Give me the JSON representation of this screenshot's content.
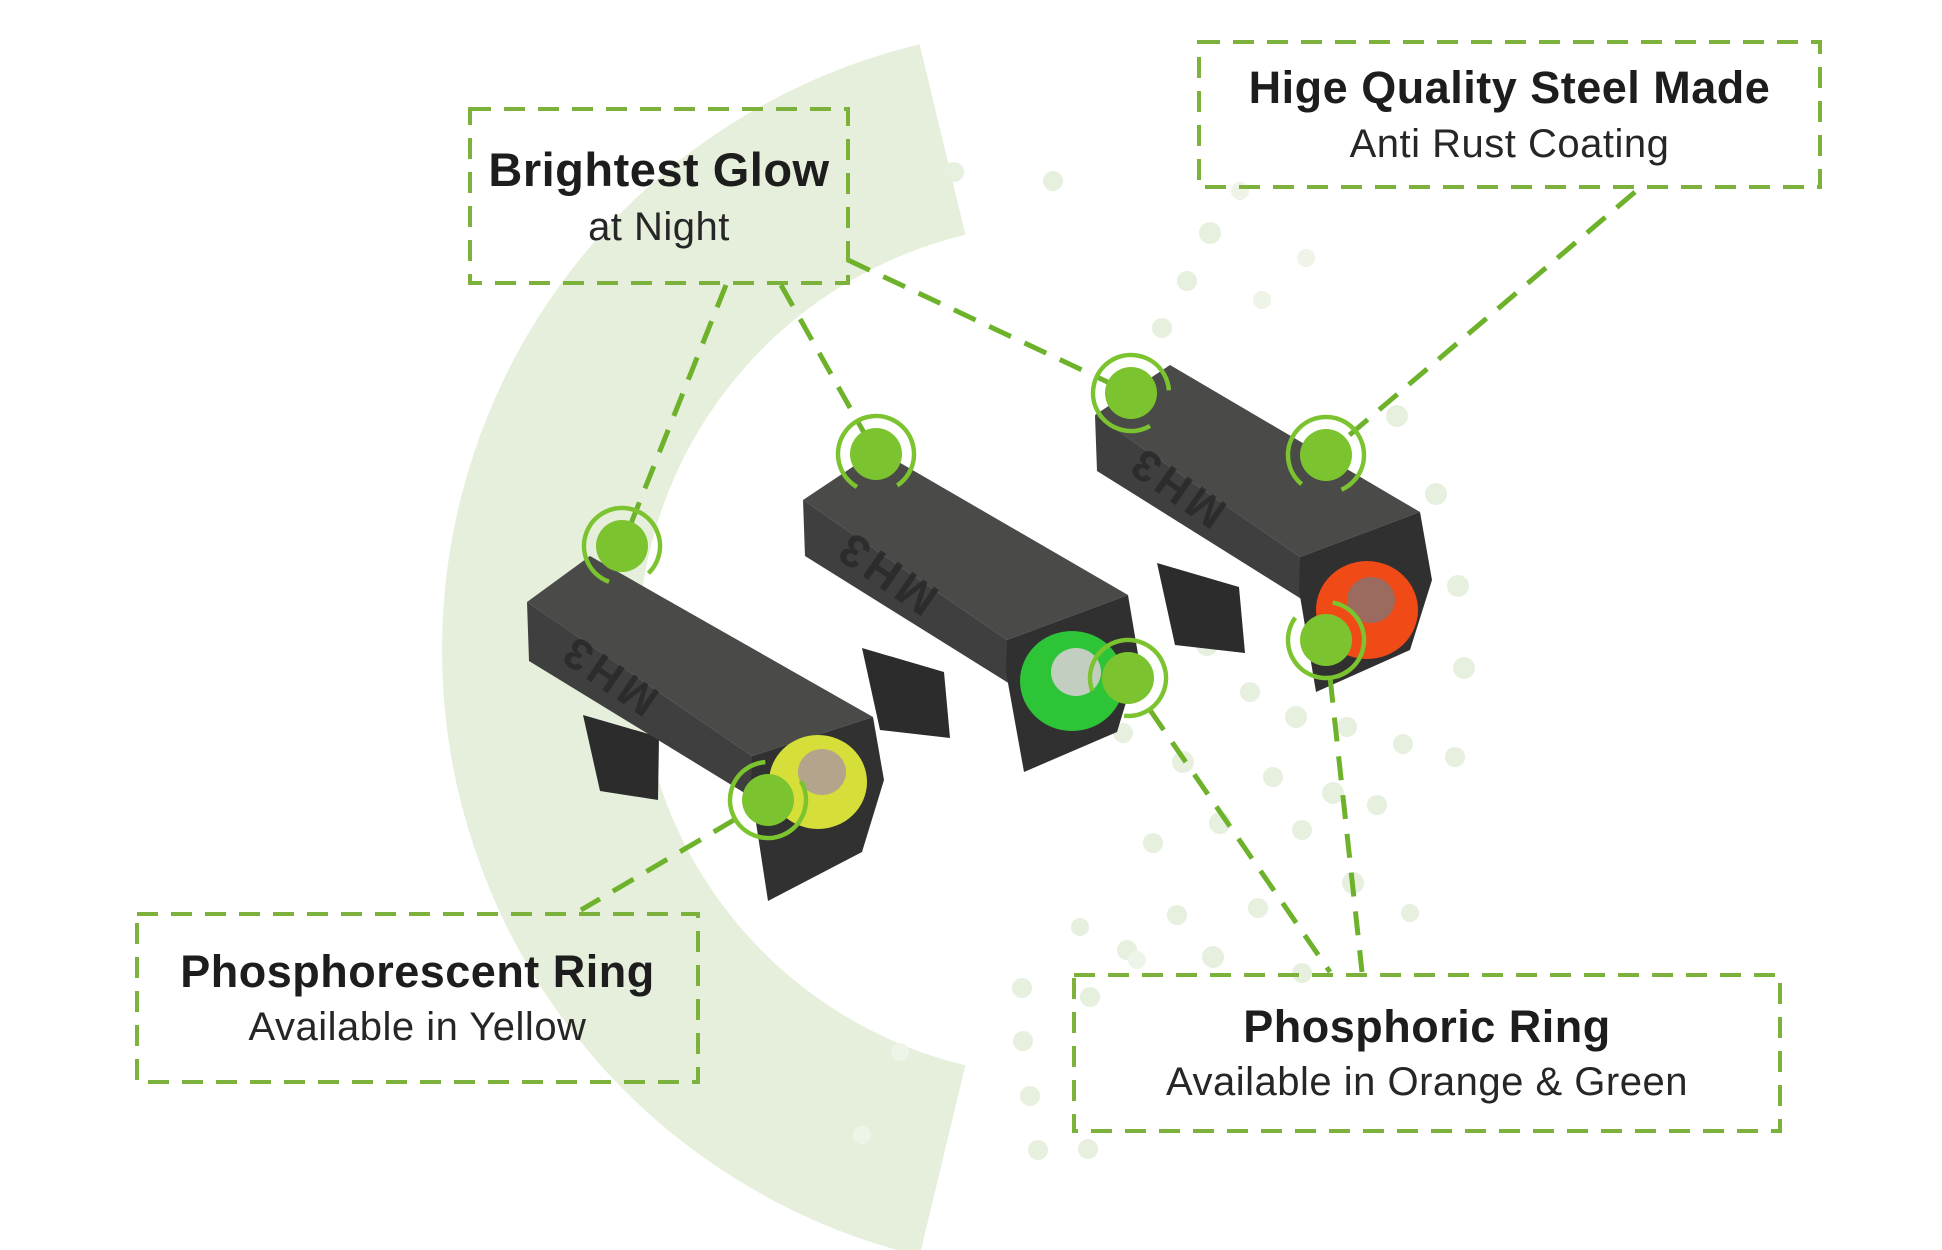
{
  "figure": {
    "type": "product-callout-diagram",
    "callouts": {
      "brightest_glow": {
        "title": "Brightest Glow",
        "subtitle": "at Night"
      },
      "steel_quality": {
        "title": "Hige Quality Steel Made",
        "subtitle": "Anti Rust Coating"
      },
      "phosphorescent_ring": {
        "title": "Phosphorescent Ring",
        "subtitle": "Available in Yellow"
      },
      "phosphoric_ring": {
        "title": "Phosphoric Ring",
        "subtitle": "Available in Orange & Green"
      }
    },
    "products": {
      "engraving": "MH3",
      "count": 3,
      "ring_variants": [
        "Yellow",
        "Green",
        "Orange"
      ]
    },
    "colors": {
      "accent_line_green": "#6db22a",
      "border_green": "#7cb23c",
      "marker_green": "#7cc42f",
      "ring_yellow": "#d6df39",
      "ring_green": "#2ec437",
      "ring_orange": "#f04a16",
      "arc_background": "#e6efdb",
      "dot_background": "#e7efdf",
      "steel_gray": "#3f3f3f",
      "text": "#1d1d1d"
    }
  }
}
